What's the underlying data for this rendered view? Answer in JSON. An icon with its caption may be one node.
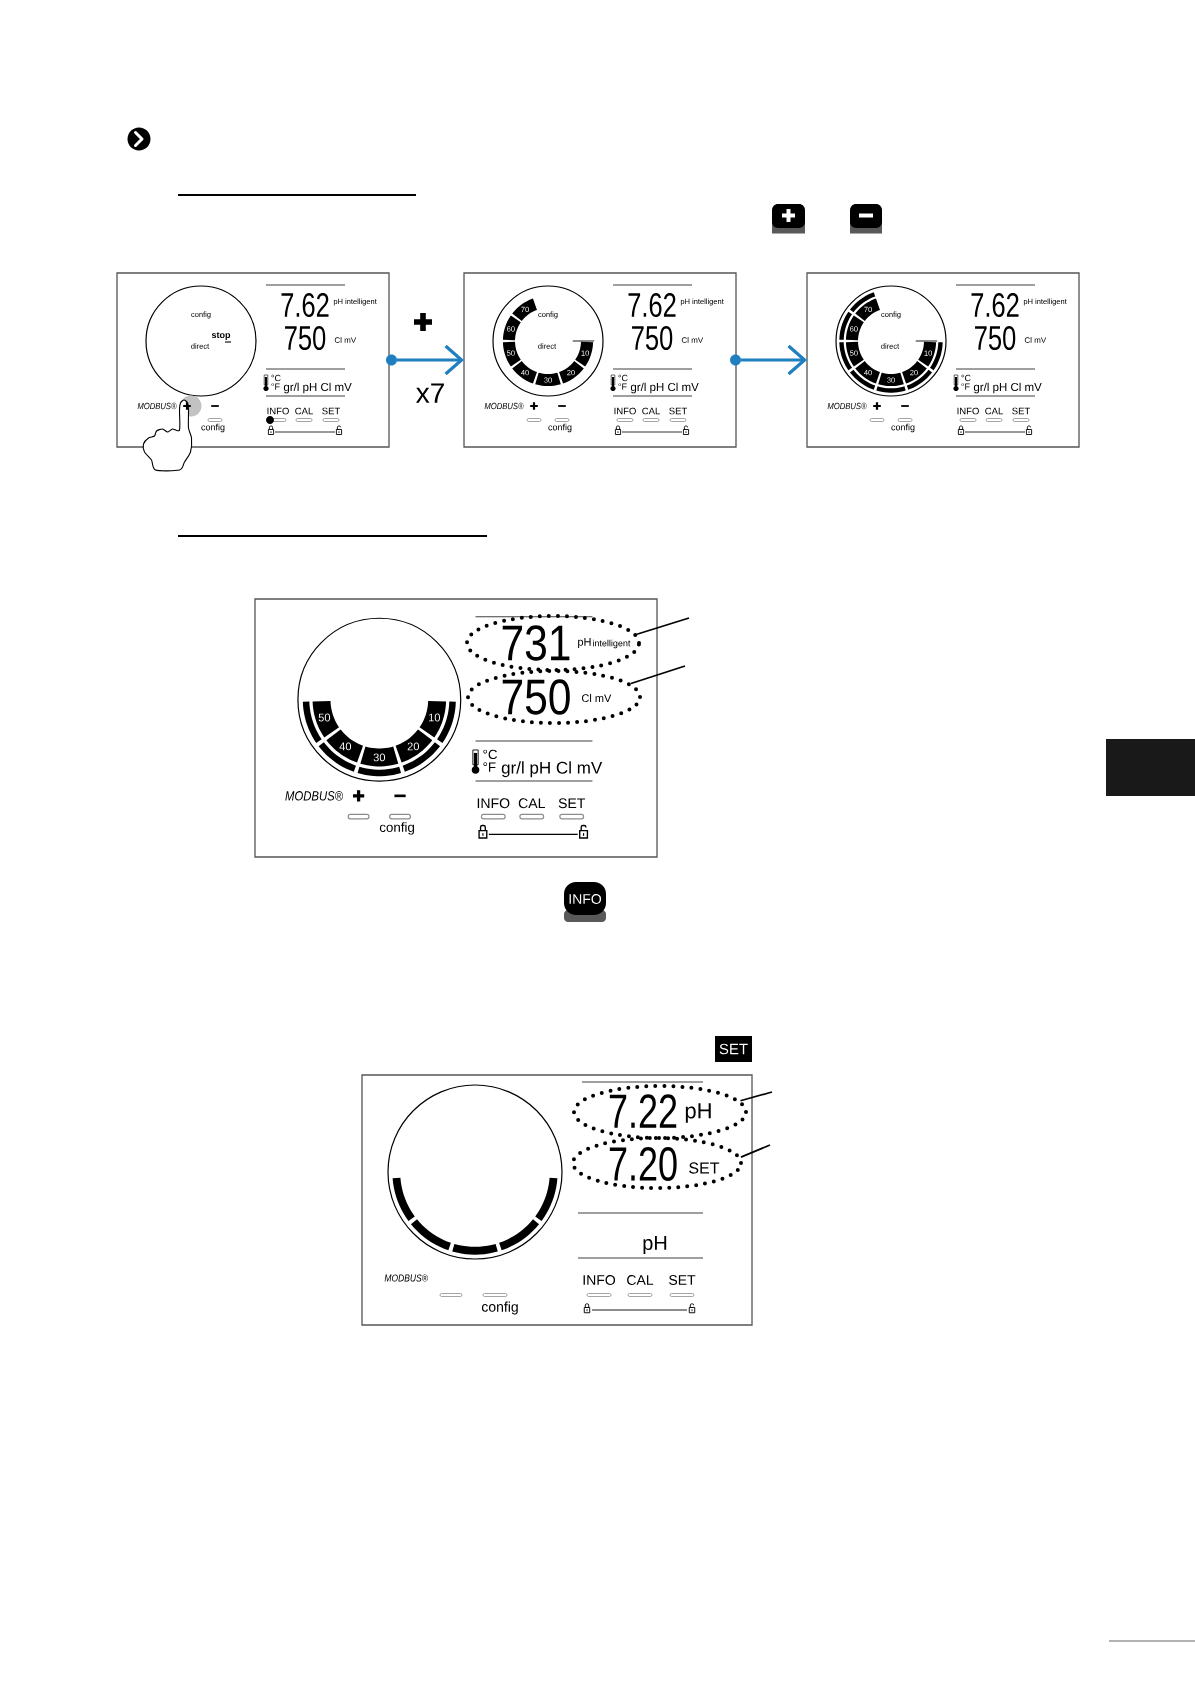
{
  "diagram": {
    "nodes": [
      {
        "text": [
          "config",
          "stop",
          "direct",
          "7.62",
          "pH intelligent",
          "750",
          "Cl mV",
          "°C",
          "°F",
          "gr/l pH Cl mV",
          "MODBUS®",
          "INFO",
          "CAL",
          "SET",
          "config"
        ]
      },
      {
        "text": [],
        "shape": "circle"
      },
      {
        "text": [
          "70",
          "60",
          "50",
          "40",
          "30",
          "20",
          "10",
          "config",
          "direct",
          "7.62",
          "pH intelligent",
          "750",
          "Cl mV",
          "°C",
          "°F",
          "gr/l pH Cl mV",
          "MODBUS®",
          "INFO",
          "CAL",
          "SET",
          "config"
        ]
      },
      {
        "text": [],
        "shape": "circle"
      },
      {
        "text": [
          "70",
          "60",
          "50",
          "40",
          "30",
          "20",
          "10",
          "config",
          "direct",
          "7.62",
          "pH intelligent",
          "750",
          "Cl mV",
          "°C",
          "°F",
          "gr/l pH Cl mV",
          "MODBUS®",
          "INFO",
          "CAL",
          "SET",
          "config"
        ]
      },
      {
        "text": [
          "50",
          "40",
          "30",
          "20",
          "10",
          "°C",
          "°F",
          "gr/l pH Cl mV",
          "MODBUS®",
          "INFO",
          "CAL",
          "SET",
          "config"
        ]
      },
      {
        "text": [
          "731",
          "pH",
          "intelligent"
        ],
        "in": 5
      },
      {
        "text": [
          "750",
          "Cl mV"
        ],
        "in": 5
      },
      {
        "text": [
          "pH",
          "MODBUS®",
          "INFO",
          "CAL",
          "SET",
          "config"
        ]
      },
      {
        "text": [
          "7.22",
          "pH"
        ],
        "in": 8
      },
      {
        "text": [
          "7.20",
          "SET"
        ],
        "in": 8
      }
    ],
    "edges": [
      {
        "from": 1,
        "to": 2,
        "arrow": "to",
        "label": "x7",
        "color": "#1f7fc1"
      },
      {
        "from": 3,
        "to": 4,
        "arrow": "to",
        "color": "#1f7fc1"
      },
      {
        "from": null,
        "to": 6,
        "arrow": "none"
      },
      {
        "from": null,
        "to": 7,
        "arrow": "none"
      },
      {
        "from": null,
        "to": 9,
        "arrow": "none"
      },
      {
        "from": null,
        "to": 10,
        "arrow": "none"
      }
    ],
    "labels": [
      "INFO",
      "SET"
    ]
  }
}
